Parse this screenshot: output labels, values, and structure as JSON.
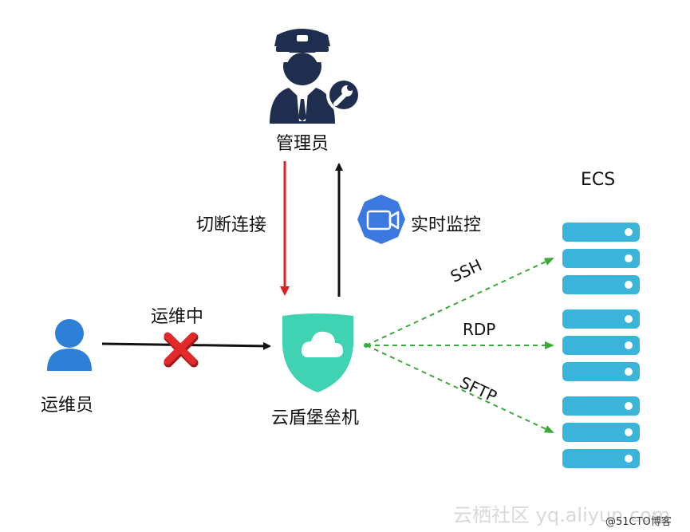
{
  "nodes": {
    "admin": {
      "label": "管理员"
    },
    "operator": {
      "label": "运维员"
    },
    "bastion": {
      "label": "云盾堡垒机"
    },
    "ecs": {
      "label": "ECS"
    }
  },
  "edges": {
    "cut": {
      "label": "切断连接"
    },
    "monitor": {
      "label": "实时监控"
    },
    "ops": {
      "label": "运维中"
    },
    "ssh": {
      "label": "SSH"
    },
    "rdp": {
      "label": "RDP"
    },
    "sftp": {
      "label": "SFTP"
    }
  },
  "watermark": {
    "primary": "云栖社区 yq.aliyun.com",
    "secondary": "@51CTO博客"
  },
  "colors": {
    "admin_navy": "#1f2d4f",
    "person_blue": "#2e7fd6",
    "shield_teal": "#3fd3b3",
    "server_blue": "#3bb4dc",
    "camera_blue": "#3b78e0",
    "cut_red": "#e02020",
    "arrow_black": "#111111",
    "link_green": "#3aaa3a",
    "cross_red": "#e22a2a"
  },
  "icons": [
    "admin-officer-icon",
    "wrench-badge-icon",
    "camera-badge-icon",
    "user-icon",
    "cloud-shield-icon",
    "server-rack-icon",
    "cross-icon"
  ]
}
